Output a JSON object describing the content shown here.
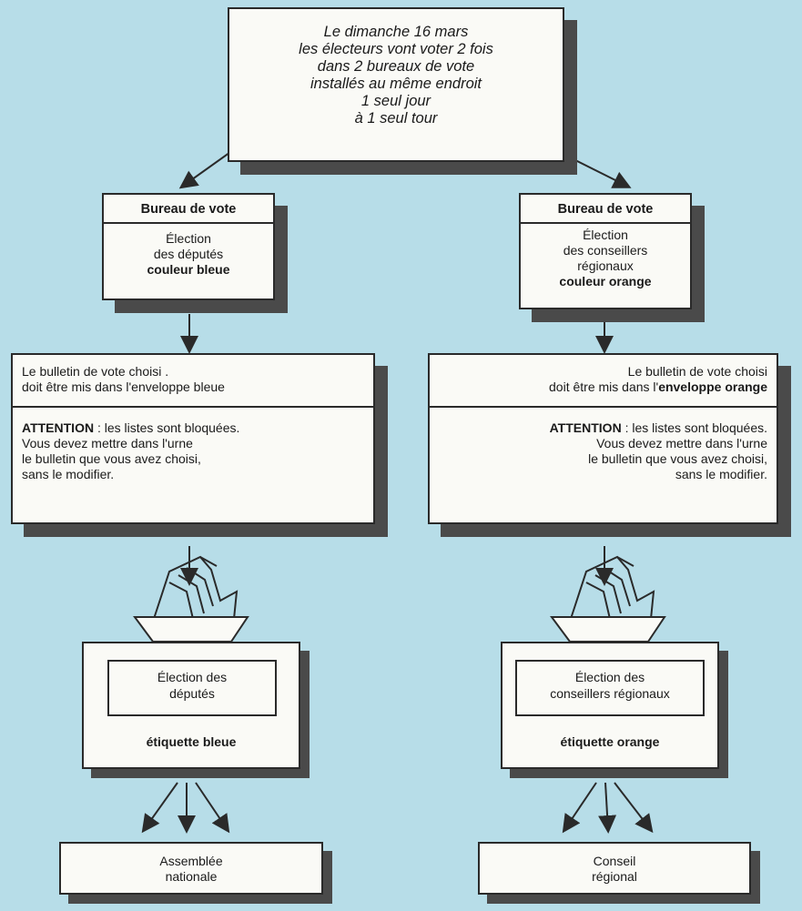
{
  "top": {
    "lines": [
      "Le dimanche 16 mars",
      "les électeurs vont voter 2 fois",
      "dans 2 bureaux de vote",
      "installés au même endroit",
      "1 seul jour",
      "à 1 seul tour"
    ]
  },
  "left": {
    "bureau_title": "Bureau de vote",
    "bureau_l1": "Élection",
    "bureau_l2": "des députés",
    "bureau_l3": "couleur bleue",
    "instr_l1": "Le bulletin de vote choisi .",
    "instr_l2a": "doit être mis dans l'",
    "instr_l2b": "enveloppe bleue",
    "att_label": "ATTENTION",
    "att_l1": " : les listes sont bloquées.",
    "att_l2": "Vous devez mettre dans l'urne",
    "att_l3": "le bulletin que vous avez choisi,",
    "att_l4": "sans le modifier.",
    "urn_l1": "Élection des",
    "urn_l2": "députés",
    "urn_tag": "étiquette bleue",
    "dest_l1": "Assemblée",
    "dest_l2": "nationale"
  },
  "right": {
    "bureau_title": "Bureau de vote",
    "bureau_l1": "Élection",
    "bureau_l2": "des conseillers",
    "bureau_l3": "régionaux",
    "bureau_l4": "couleur orange",
    "instr_l1": "Le bulletin de vote choisi",
    "instr_l2a": "doit être mis dans l'",
    "instr_l2b": "enveloppe orange",
    "att_label": "ATTENTION",
    "att_l1": " : les listes sont bloquées.",
    "att_l2": "Vous devez mettre dans l'urne",
    "att_l3": "le bulletin que vous avez choisi,",
    "att_l4": "sans le modifier.",
    "urn_l1": "Élection des",
    "urn_l2": "conseillers régionaux",
    "urn_tag": "étiquette orange",
    "dest_l1": "Conseil",
    "dest_l2": "régional"
  },
  "colors": {
    "background": "#b7dde8",
    "box": "#fafaf6",
    "shadow": "#4a4a4a",
    "line": "#2a2a2a"
  }
}
